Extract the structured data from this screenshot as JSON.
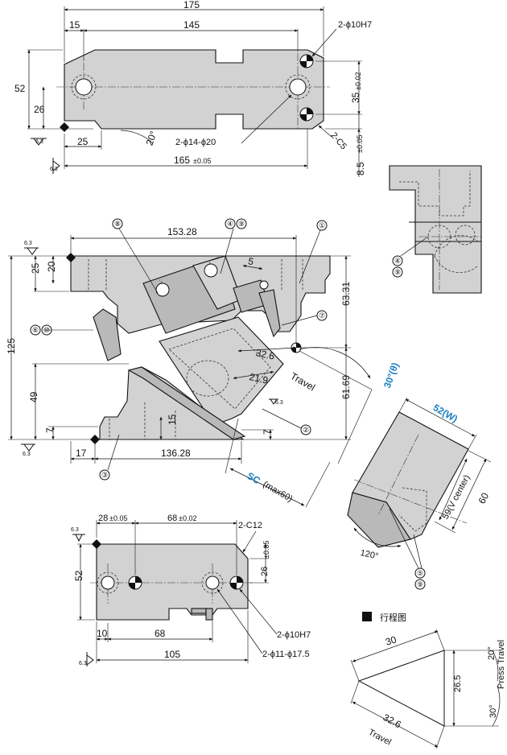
{
  "top_view": {
    "dim_175": "175",
    "dim_15": "15",
    "dim_145": "145",
    "dim_52": "52",
    "dim_26": "26",
    "dim_25": "25",
    "dim_20deg": "20°",
    "dim_165": "165",
    "tol_165": "±0.05",
    "dim_35": "35",
    "tol_35": "±0.02",
    "dim_8_5": "8.5",
    "tol_8_5": "±0.05",
    "note_10h7": "2-ϕ10H7",
    "note_14_20": "2-ϕ14-ϕ20",
    "note_c5": "2-C5",
    "rough_a": "6.3",
    "rough_b": "6.3"
  },
  "front_view": {
    "dim_153_28": "153.28",
    "dim_125": "125",
    "dim_25": "25",
    "dim_20": "20",
    "dim_49": "49",
    "dim_7a": "7",
    "dim_7b": "7",
    "dim_15": "15",
    "dim_17": "17",
    "dim_136_28": "136.28",
    "dim_63_31": "63.31",
    "dim_61_69": "61.69",
    "dim_32_6": "32.6",
    "dim_21_9": "21.9",
    "dim_5": "5",
    "travel": "Travel",
    "angle_30": "30°(θ)",
    "sc_label": "SC",
    "sc_max": "(max60)",
    "rough_a": "6.3",
    "rough_b": "6.3",
    "rough_c": "6.3",
    "balloons": {
      "b1": "①",
      "b2": "②",
      "b3": "③",
      "b4": "④",
      "b5": "⑤",
      "b6": "⑥",
      "b7": "⑦",
      "b8": "⑧",
      "b9": "⑨",
      "b10": "⑩"
    }
  },
  "side_view": {
    "dim_52w": "52(W)",
    "dim_60": "60",
    "dim_59v": "59(V center)",
    "angle_120": "120°"
  },
  "bottom_view": {
    "dim_28": "28",
    "tol_28": "±0.05",
    "dim_68top": "68",
    "tol_68": "±0.02",
    "note_c12": "2-C12",
    "dim_52": "52",
    "dim_26": "26",
    "tol_26": "±0.05",
    "dim_10": "10",
    "dim_68": "68",
    "dim_105": "105",
    "note_10h7": "2-ϕ10H7",
    "note_11": "2-ϕ11-ϕ17.5",
    "rough_a": "6.3",
    "rough_b": "6.3"
  },
  "stroke_diagram": {
    "legend": "行程图",
    "dim_30": "30",
    "dim_26_5": "26.5",
    "dim_32_6": "32.6",
    "press_travel": "Press Travel",
    "travel": "Travel",
    "angle_20": "20°",
    "angle_30": "30°"
  }
}
